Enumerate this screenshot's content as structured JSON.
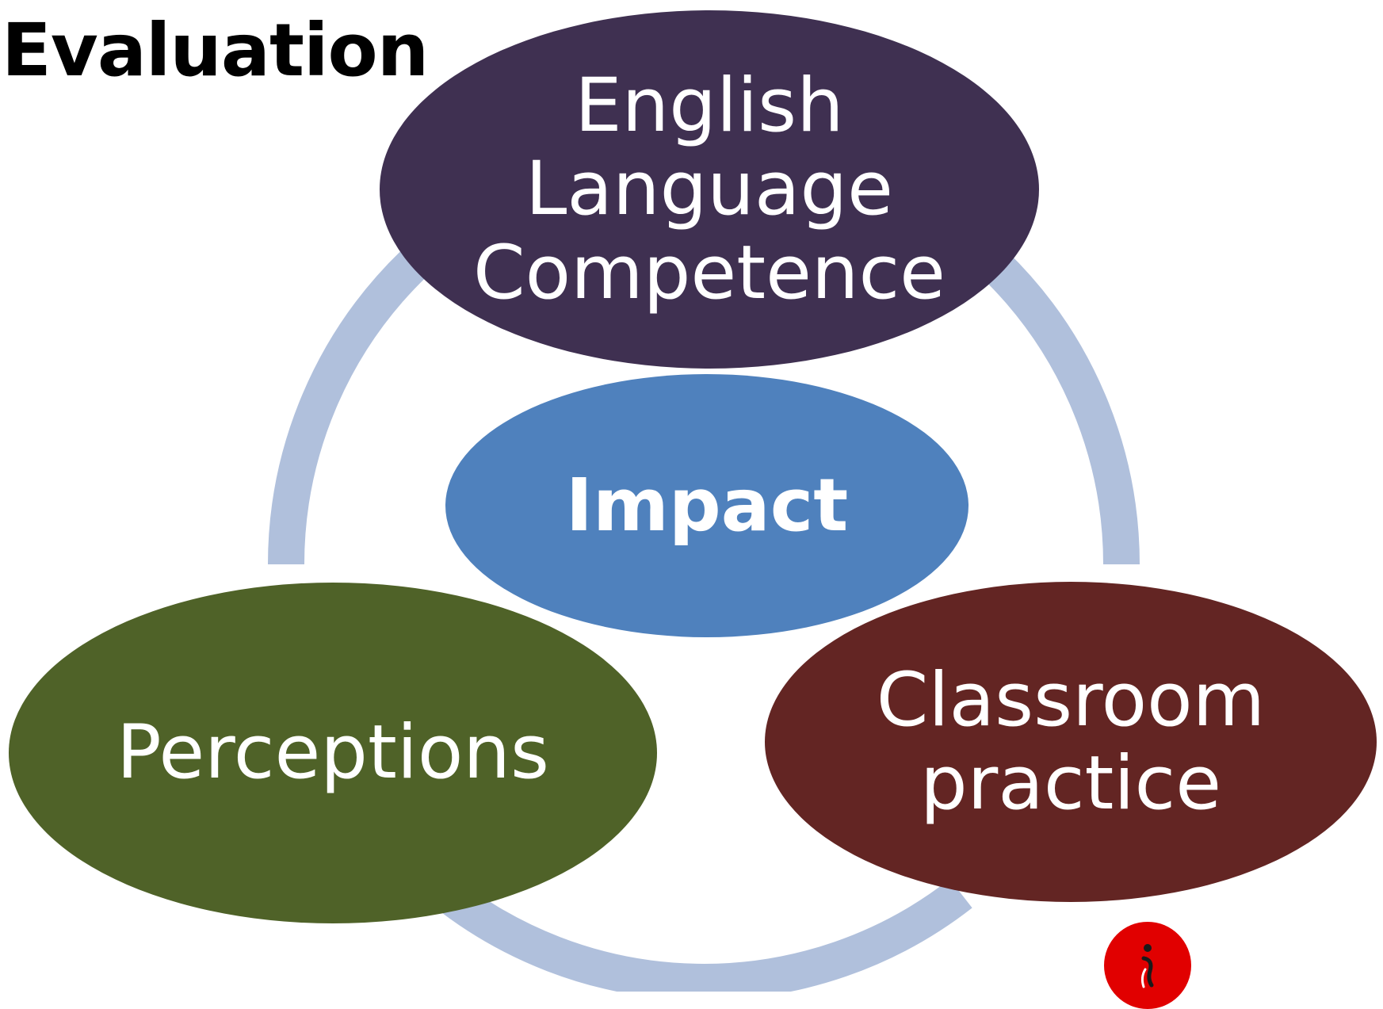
{
  "title": "Evaluation",
  "nodes": {
    "top": {
      "lines": [
        "English",
        "Language",
        "Competence"
      ],
      "color": "#3f3051"
    },
    "center": {
      "lines": [
        "Impact"
      ],
      "color": "#4f81bd"
    },
    "left": {
      "lines": [
        "Perceptions"
      ],
      "color": "#4f6228"
    },
    "right": {
      "lines": [
        "Classroom",
        "practice"
      ],
      "color": "#632523"
    }
  },
  "ring_color": "#b0c0dc",
  "logo": {
    "name": "red-circle-logo",
    "color": "#e10000"
  }
}
